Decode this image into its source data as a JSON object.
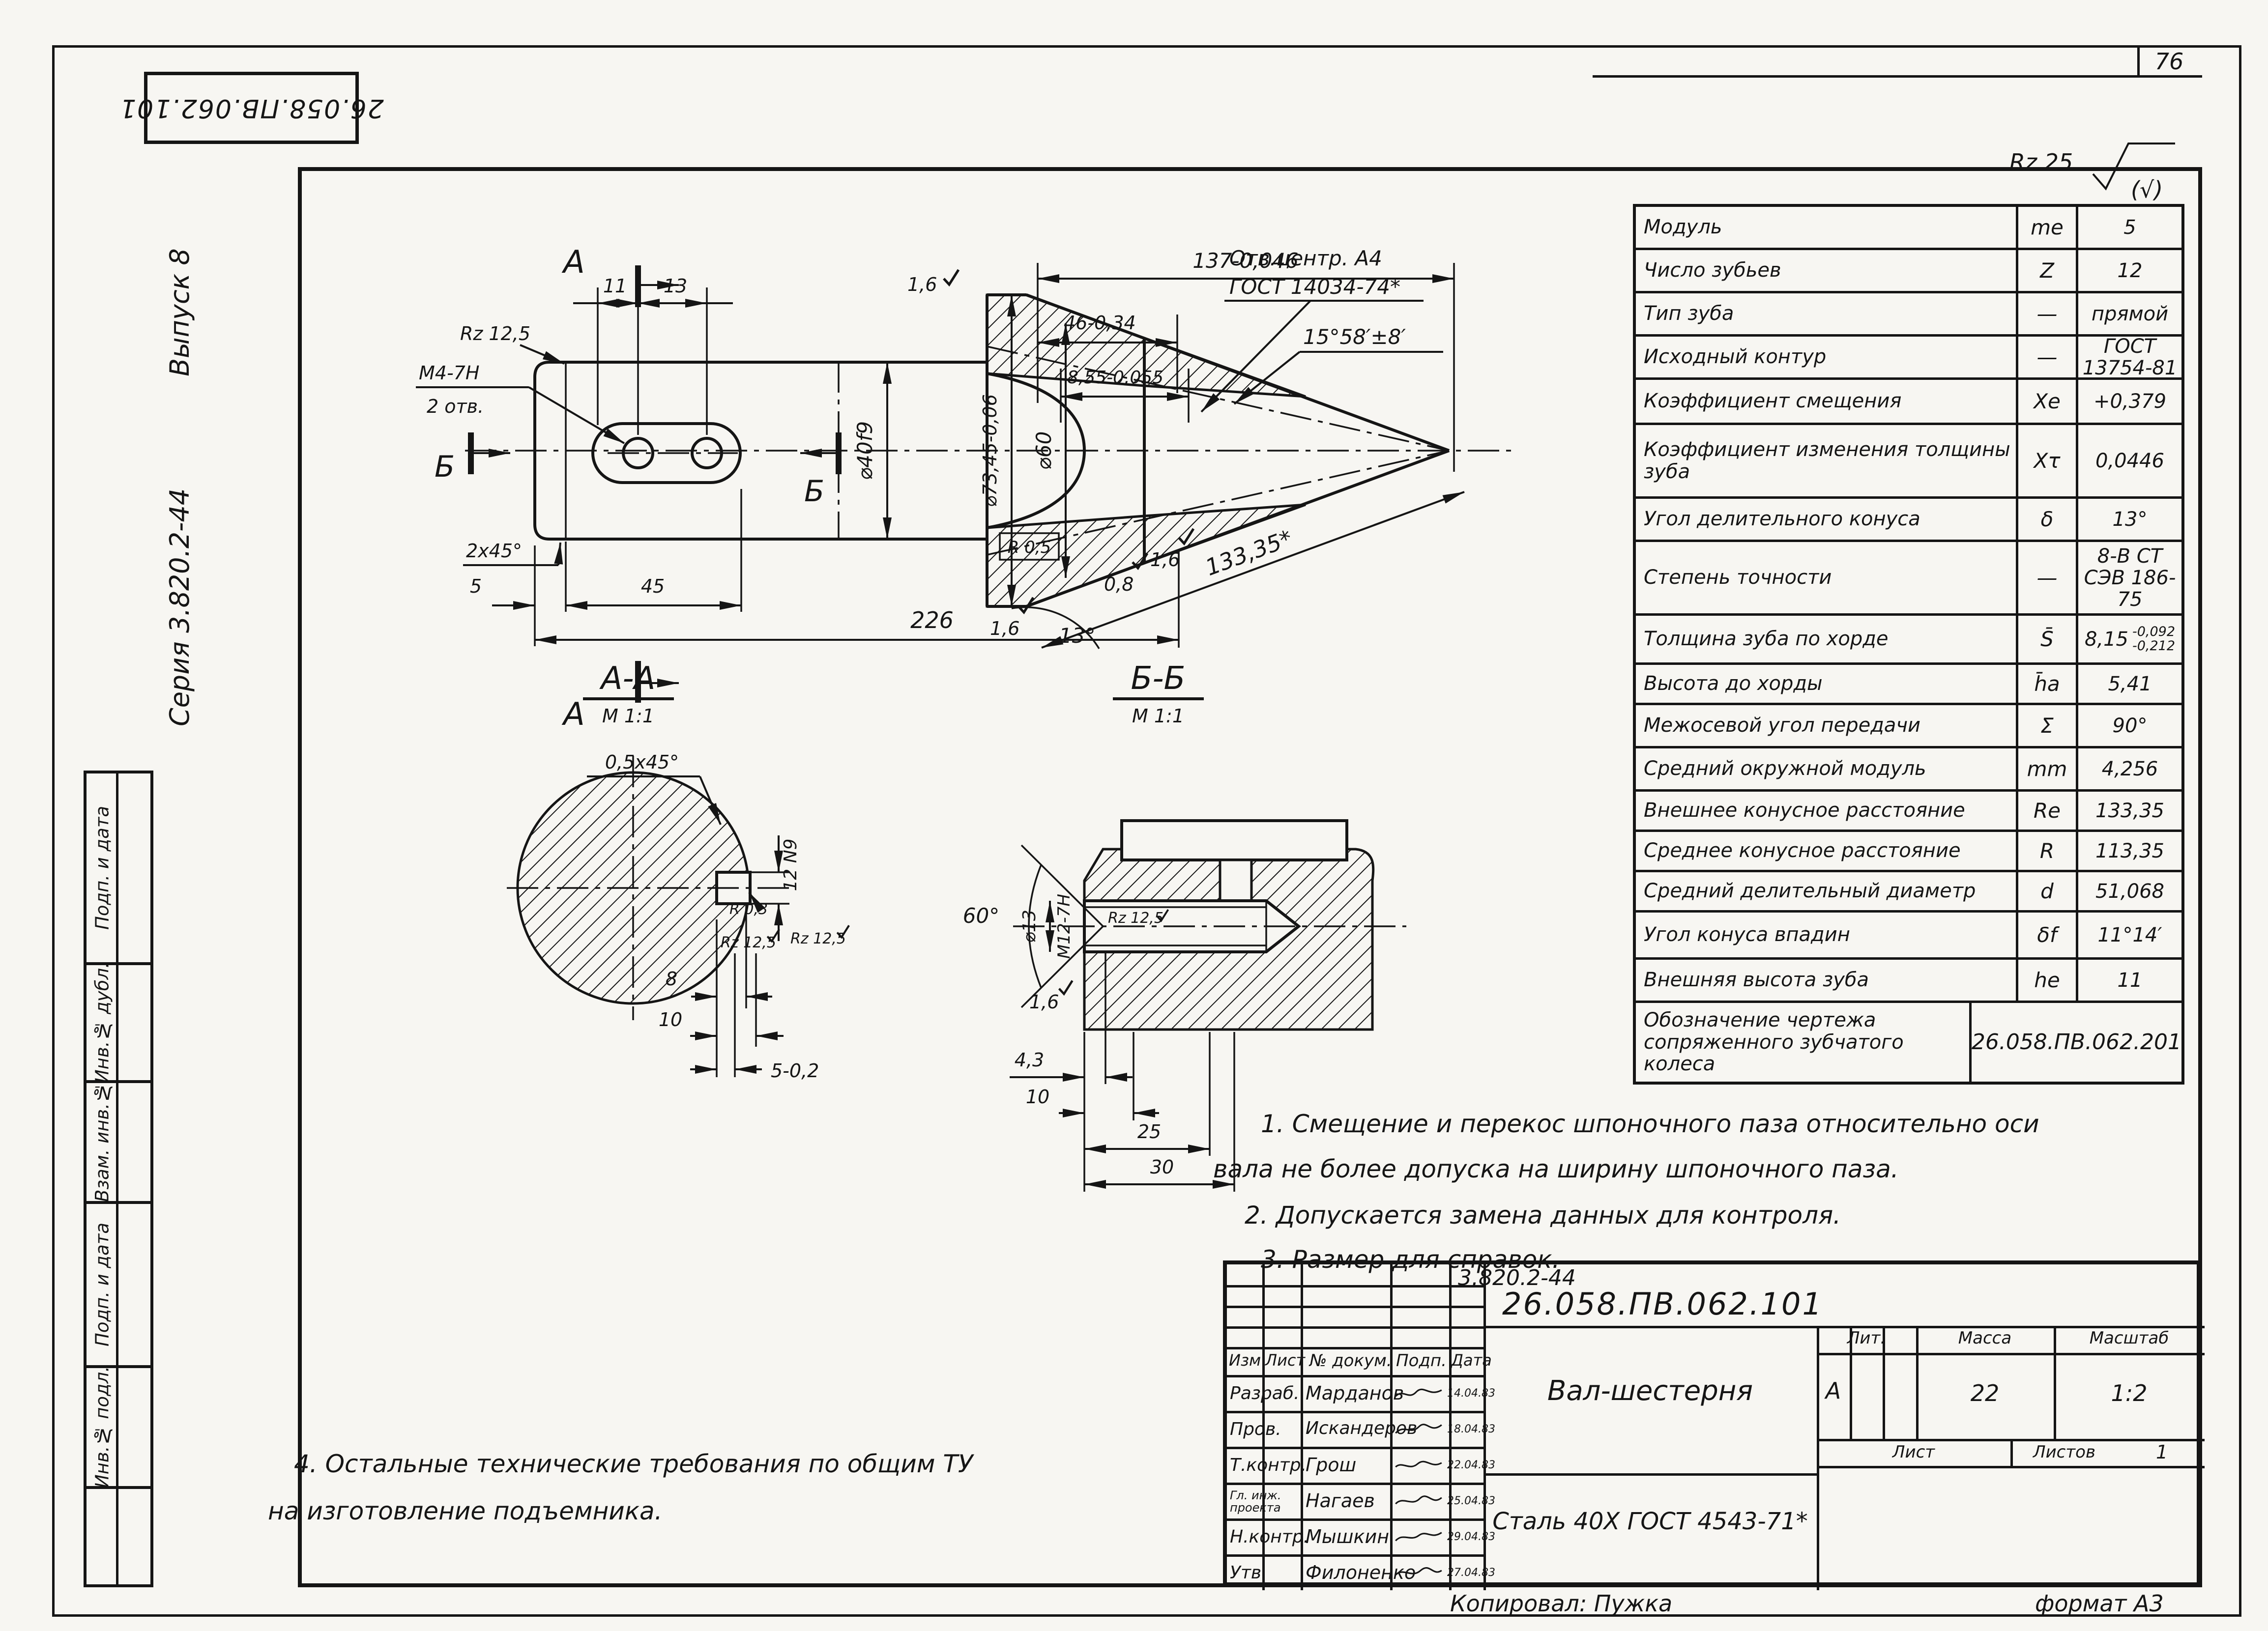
{
  "page_number": "76",
  "corner_stamp": "26.058.ПВ.062.101",
  "margin": {
    "series": "Серия 3.820.2-44",
    "issue": "Выпуск 8",
    "boxes": [
      {
        "label": "Подп. и дата"
      },
      {
        "label": "Инв.№ дубл."
      },
      {
        "label": "Взам. инв.№"
      },
      {
        "label": "Подп. и дата"
      },
      {
        "label": "Инв.№ подл."
      }
    ]
  },
  "rough": {
    "prefix": "Rz 25",
    "paren": "(√)"
  },
  "param_table": {
    "rows": [
      {
        "name": "Модуль",
        "symbol": "mе",
        "value": "5"
      },
      {
        "name": "Число зубьев",
        "symbol": "Z",
        "value": "12"
      },
      {
        "name": "Тип зуба",
        "symbol": "—",
        "value": "прямой"
      },
      {
        "name": "Исходный контур",
        "symbol": "—",
        "value": "ГОСТ 13754-81"
      },
      {
        "name": "Коэффициент смещения",
        "symbol": "Xе",
        "value": "+0,379"
      },
      {
        "name": "Коэффициент изменения толщины зуба",
        "symbol": "Xτ",
        "value": "0,0446"
      },
      {
        "name": "Угол делительного конуса",
        "symbol": "δ",
        "value": "13°"
      },
      {
        "name": "Степень точности",
        "symbol": "—",
        "value": "8-В СТ",
        "value2": "СЭВ 186-75"
      },
      {
        "name": "Толщина зуба по хорде",
        "symbol": "S̄",
        "value": "8,15",
        "tol_upper": "-0,092",
        "tol_lower": "-0,212"
      },
      {
        "name": "Высота до хорды",
        "symbol": "h̄a",
        "value": "5,41"
      },
      {
        "name": "Межосевой угол передачи",
        "symbol": "Σ",
        "value": "90°"
      },
      {
        "name": "Средний окружной модуль",
        "symbol": "mm",
        "value": "4,256"
      },
      {
        "name": "Внешнее конусное расстояние",
        "symbol": "Re",
        "value": "133,35"
      },
      {
        "name": "Среднее конусное расстояние",
        "symbol": "R",
        "value": "113,35"
      },
      {
        "name": "Средний делительный диаметр",
        "symbol": "d",
        "value": "51,068"
      },
      {
        "name": "Угол конуса впадин",
        "symbol": "δf",
        "value": "11°14′"
      },
      {
        "name": "Внешняя высота зуба",
        "symbol": "he",
        "value": "11"
      },
      {
        "name": "Обозначение чертежа сопряженного зубчатого колеса",
        "value": "26.058.ПВ.062.201"
      }
    ]
  },
  "notes": {
    "n1a": "1. Смещение и перекос шпоночного паза относительно оси",
    "n1b": "вала не более допуска на ширину шпоночного паза.",
    "n2": "2. Допускается замена данных для контроля.",
    "n3": "3. Размер для справок.",
    "n4a": "4. Остальные технические требования по общим ТУ",
    "n4b": "на изготовление подъемника."
  },
  "title_block": {
    "doc_small": "3.820.2-44",
    "doc_main": "26.058.ПВ.062.101",
    "part_name": "Вал-шестерня",
    "material": "Сталь 40Х ГОСТ 4543-71*",
    "cols": {
      "izm": "Изм",
      "list": "Лист",
      "doc": "№ докум.",
      "sign": "Подп.",
      "date": "Дата"
    },
    "rows": [
      {
        "role": "Разраб.",
        "name": "Марданов",
        "date": "14.04.83"
      },
      {
        "role": "Пров.",
        "name": "Искандеров",
        "date": "18.04.83"
      },
      {
        "role": "Т.контр.",
        "name": "Грош",
        "date": "22.04.83"
      },
      {
        "role": "Гл. инж. проекта",
        "name": "Нагаев",
        "date": "25.04.83"
      },
      {
        "role": "Н.контр.",
        "name": "Мышкин",
        "date": "29.04.83"
      },
      {
        "role": "Утв.",
        "name": "Филоненко",
        "date": "27.04.83"
      }
    ],
    "lit_label": "Лит.",
    "lit_value": "А",
    "mass_label": "Масса",
    "mass_value": "22",
    "scale_label": "Масштаб",
    "scale_value": "1:2",
    "sheet_label": "Лист",
    "sheets_label": "Листов",
    "sheets_value": "1",
    "copied": "Копировал:  Пужка",
    "format": "формат  А3"
  },
  "drawing": {
    "main": {
      "sec_a": "А",
      "sec_b": "Б",
      "dim_11": "11",
      "dim_13": "13",
      "rz_left": "Rz 12,5",
      "thread_line1": "М4-7Н",
      "thread_line2": "2 отв.",
      "chamfer": "2х45°",
      "dim_5": "5",
      "dim_45": "45",
      "dim_226": "226",
      "d40": "⌀40f9",
      "d73": "⌀73,45-0,06",
      "d60": "⌀60",
      "r05": "R 0,5",
      "ang13": "13°",
      "r16": "1,6",
      "r08": "0,8",
      "dim137": "137-0,046",
      "dim46": "46-0,34",
      "dim855": "8,55-0,055",
      "hole_line1": "Отв.центр. А4",
      "hole_line2": "ГОСТ 14034-74*",
      "ang1558": "15°58′±8′",
      "dim13335": "133,35*"
    },
    "secAA": {
      "title": "А-А",
      "scale": "М 1:1",
      "chamfer": "0,5х45°",
      "key": "12 N9",
      "r03": "R 0,3",
      "rz": "Rz 12,5",
      "dim8": "8",
      "dim10": "10",
      "dim5": "5-0,2"
    },
    "secBB": {
      "title": "Б-Б",
      "scale": "М 1:1",
      "ang60": "60°",
      "d13": "⌀13",
      "thread": "М12-7Н",
      "rz": "Rz 12,5",
      "r16": "1,6",
      "dim43": "4,3",
      "dim10": "10",
      "dim25": "25",
      "dim30": "30"
    }
  }
}
